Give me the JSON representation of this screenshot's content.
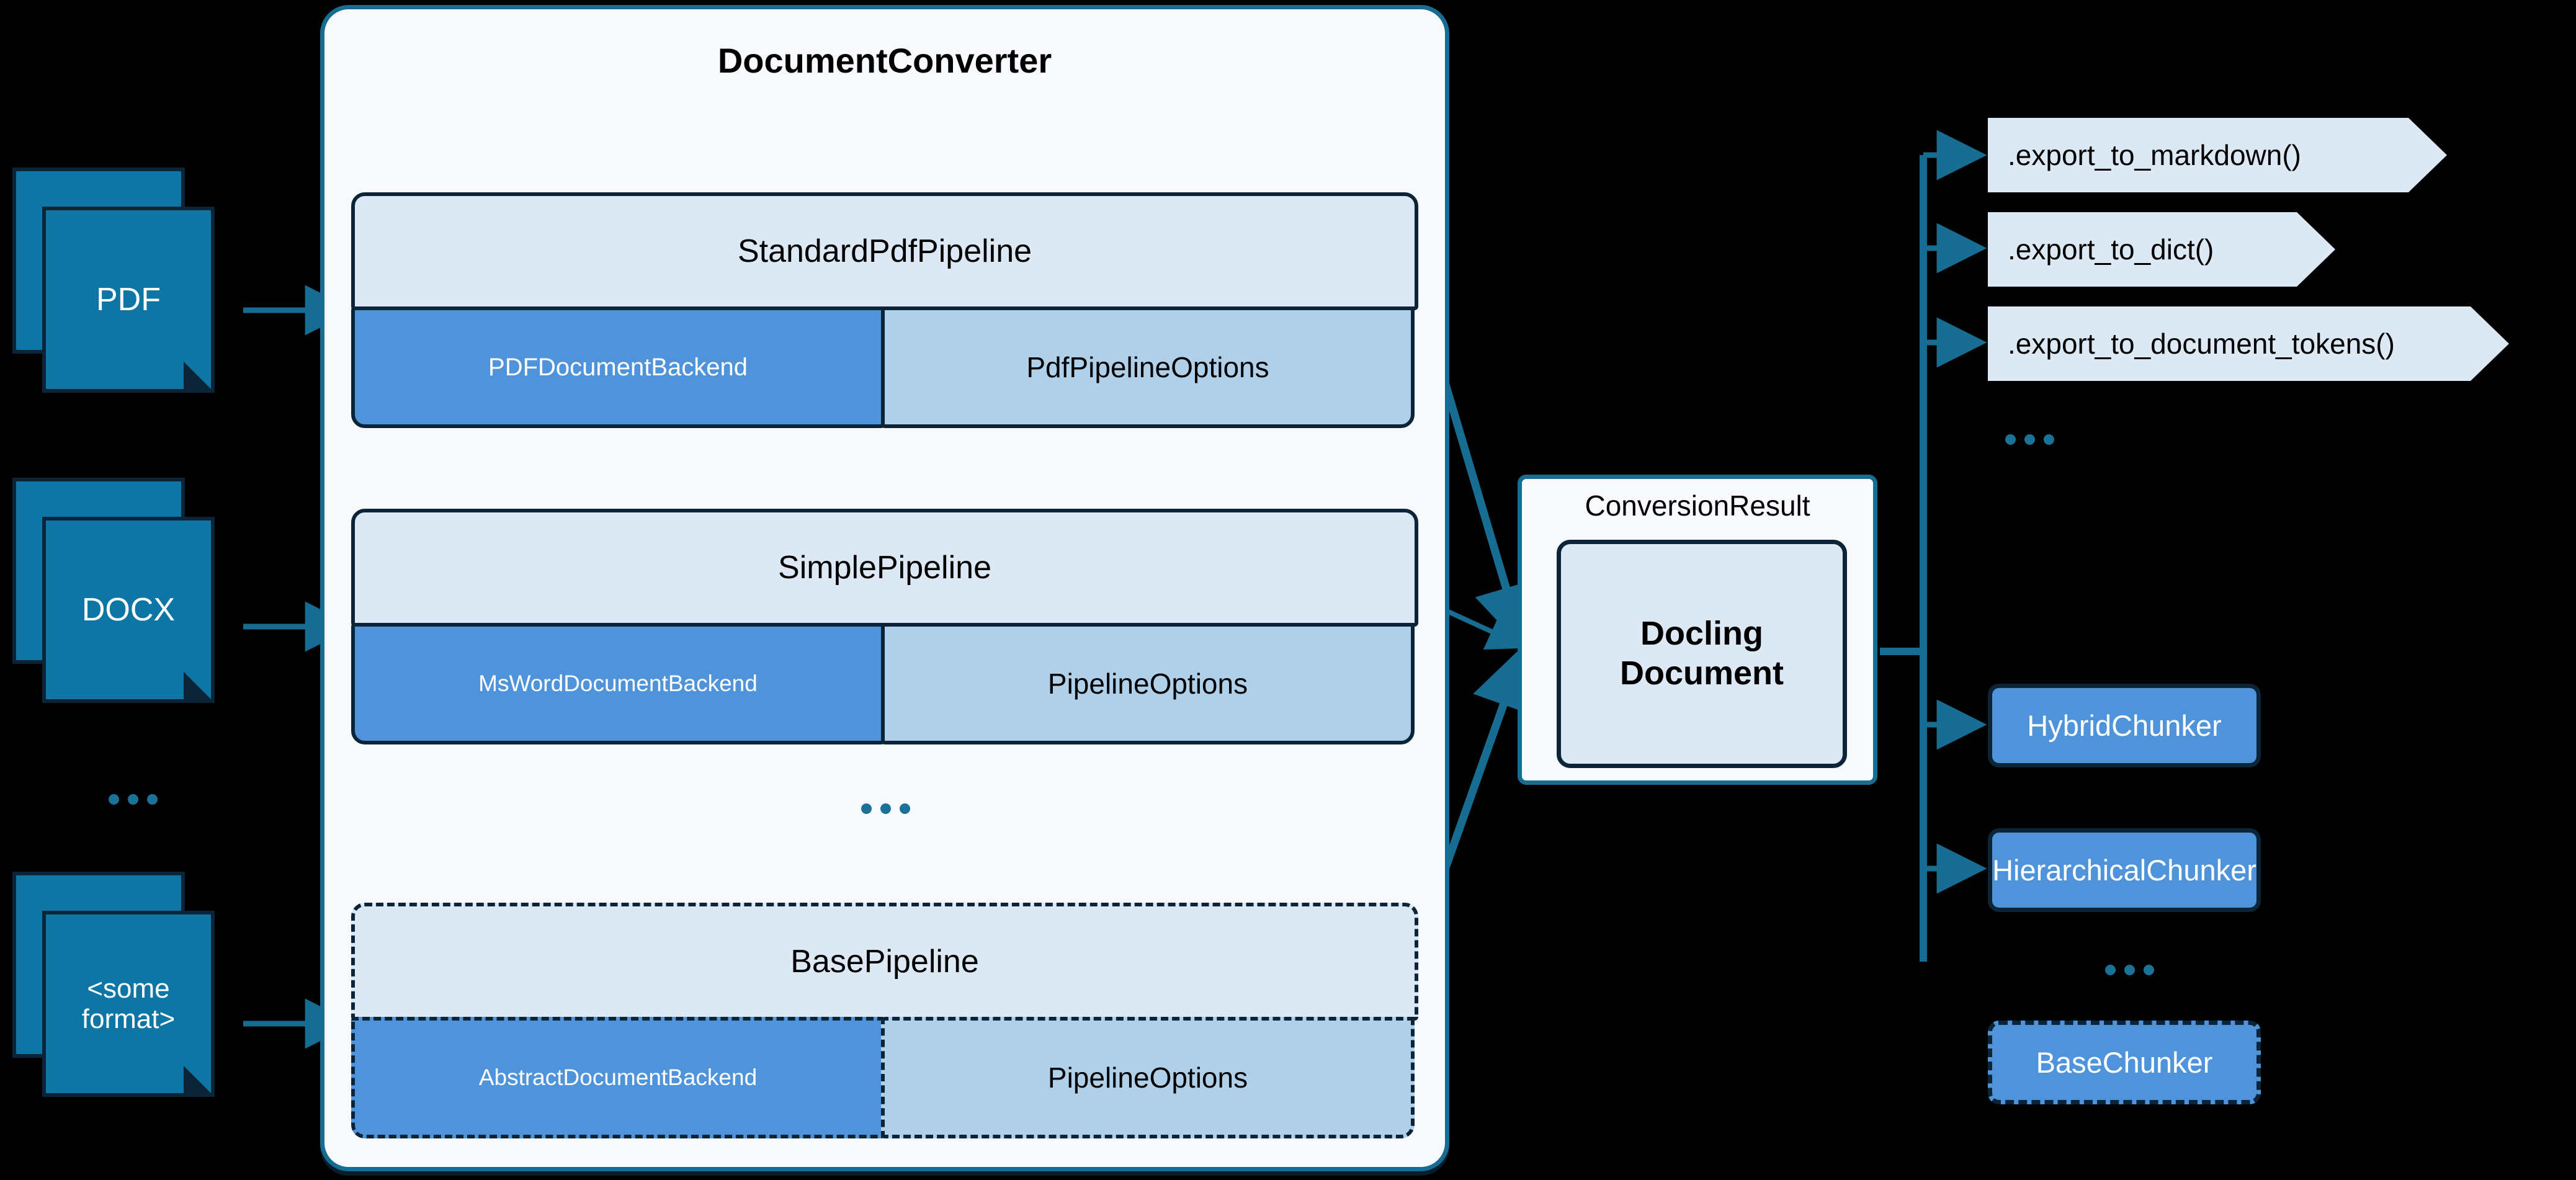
{
  "colors": {
    "background": "#000000",
    "panel_fill": "#f7f9fd",
    "panel_border": "#176d91",
    "pipeline_header_fill": "#dce9f5",
    "backend_fill": "#4f93db",
    "options_fill": "#b0d0ea",
    "box_border": "#0b2438",
    "source_doc_fill": "#0d76a4",
    "connector": "#176d91",
    "ellipsis": "#1a7299",
    "text_dark": "#000000",
    "text_light": "#ffffff"
  },
  "sources": {
    "items": [
      {
        "label": "PDF",
        "icon": "document-stack-icon"
      },
      {
        "label": "DOCX",
        "icon": "document-stack-icon"
      },
      {
        "label": "<some\nformat>",
        "label_line1": "<some",
        "label_line2": "format>",
        "icon": "document-stack-icon"
      }
    ],
    "ellipsis": "..."
  },
  "converter": {
    "title": "DocumentConverter",
    "ellipsis": "...",
    "pipelines": [
      {
        "name": "StandardPdfPipeline",
        "backend": "PDFDocumentBackend",
        "options": "PdfPipelineOptions",
        "style": "solid"
      },
      {
        "name": "SimplePipeline",
        "backend": "MsWordDocumentBackend",
        "options": "PipelineOptions",
        "style": "solid"
      },
      {
        "name": "BasePipeline",
        "backend": "AbstractDocumentBackend",
        "options": "PipelineOptions",
        "style": "dashed"
      }
    ]
  },
  "result": {
    "label": "ConversionResult",
    "document_line1": "Docling",
    "document_line2": "Document"
  },
  "exports": {
    "items": [
      {
        "label": ".export_to_markdown()"
      },
      {
        "label": ".export_to_dict()"
      },
      {
        "label": ".export_to_document_tokens()"
      }
    ],
    "ellipsis": "..."
  },
  "chunkers": {
    "items": [
      {
        "label": "HybridChunker",
        "style": "solid"
      },
      {
        "label": "HierarchicalChunker",
        "style": "solid"
      },
      {
        "label": "BaseChunker",
        "style": "dashed"
      }
    ],
    "ellipsis": "..."
  }
}
